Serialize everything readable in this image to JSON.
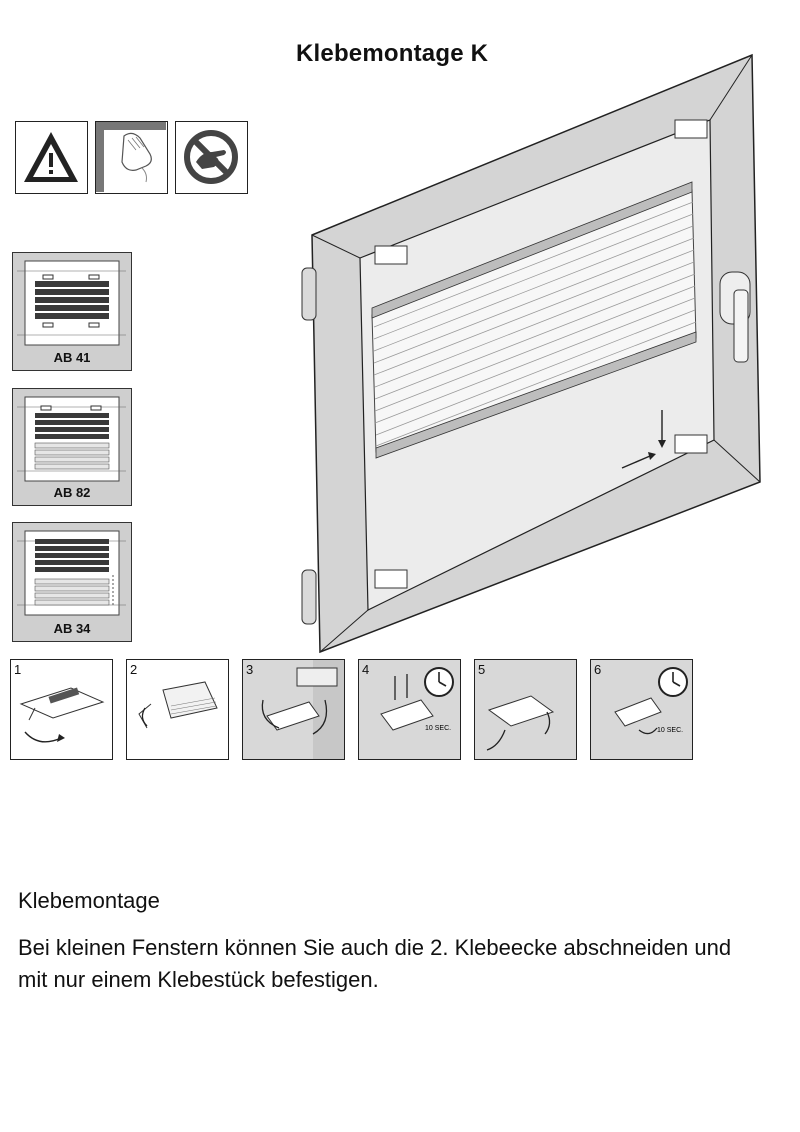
{
  "document": {
    "title": "Klebemontage K",
    "models": [
      {
        "label": "AB 41"
      },
      {
        "label": "AB 82"
      },
      {
        "label": "AB 34"
      }
    ],
    "steps": [
      {
        "number": "1"
      },
      {
        "number": "2"
      },
      {
        "number": "3"
      },
      {
        "number": "4",
        "timer": "10 SEC."
      },
      {
        "number": "5"
      },
      {
        "number": "6",
        "timer": "10 SEC."
      }
    ],
    "section_heading": "Klebemontage",
    "section_text": "Bei kleinen Fenstern können Sie auch die 2. Klebeecke abschneiden und mit nur einem Klebestück befestigen."
  },
  "icons": [
    "warning-triangle-icon",
    "wipe-surface-icon",
    "no-touch-icon",
    "clock-icon"
  ],
  "colors": {
    "frame_gray": "#c8c8c8",
    "line": "#222222",
    "panel_gray": "#cfcfcf"
  }
}
